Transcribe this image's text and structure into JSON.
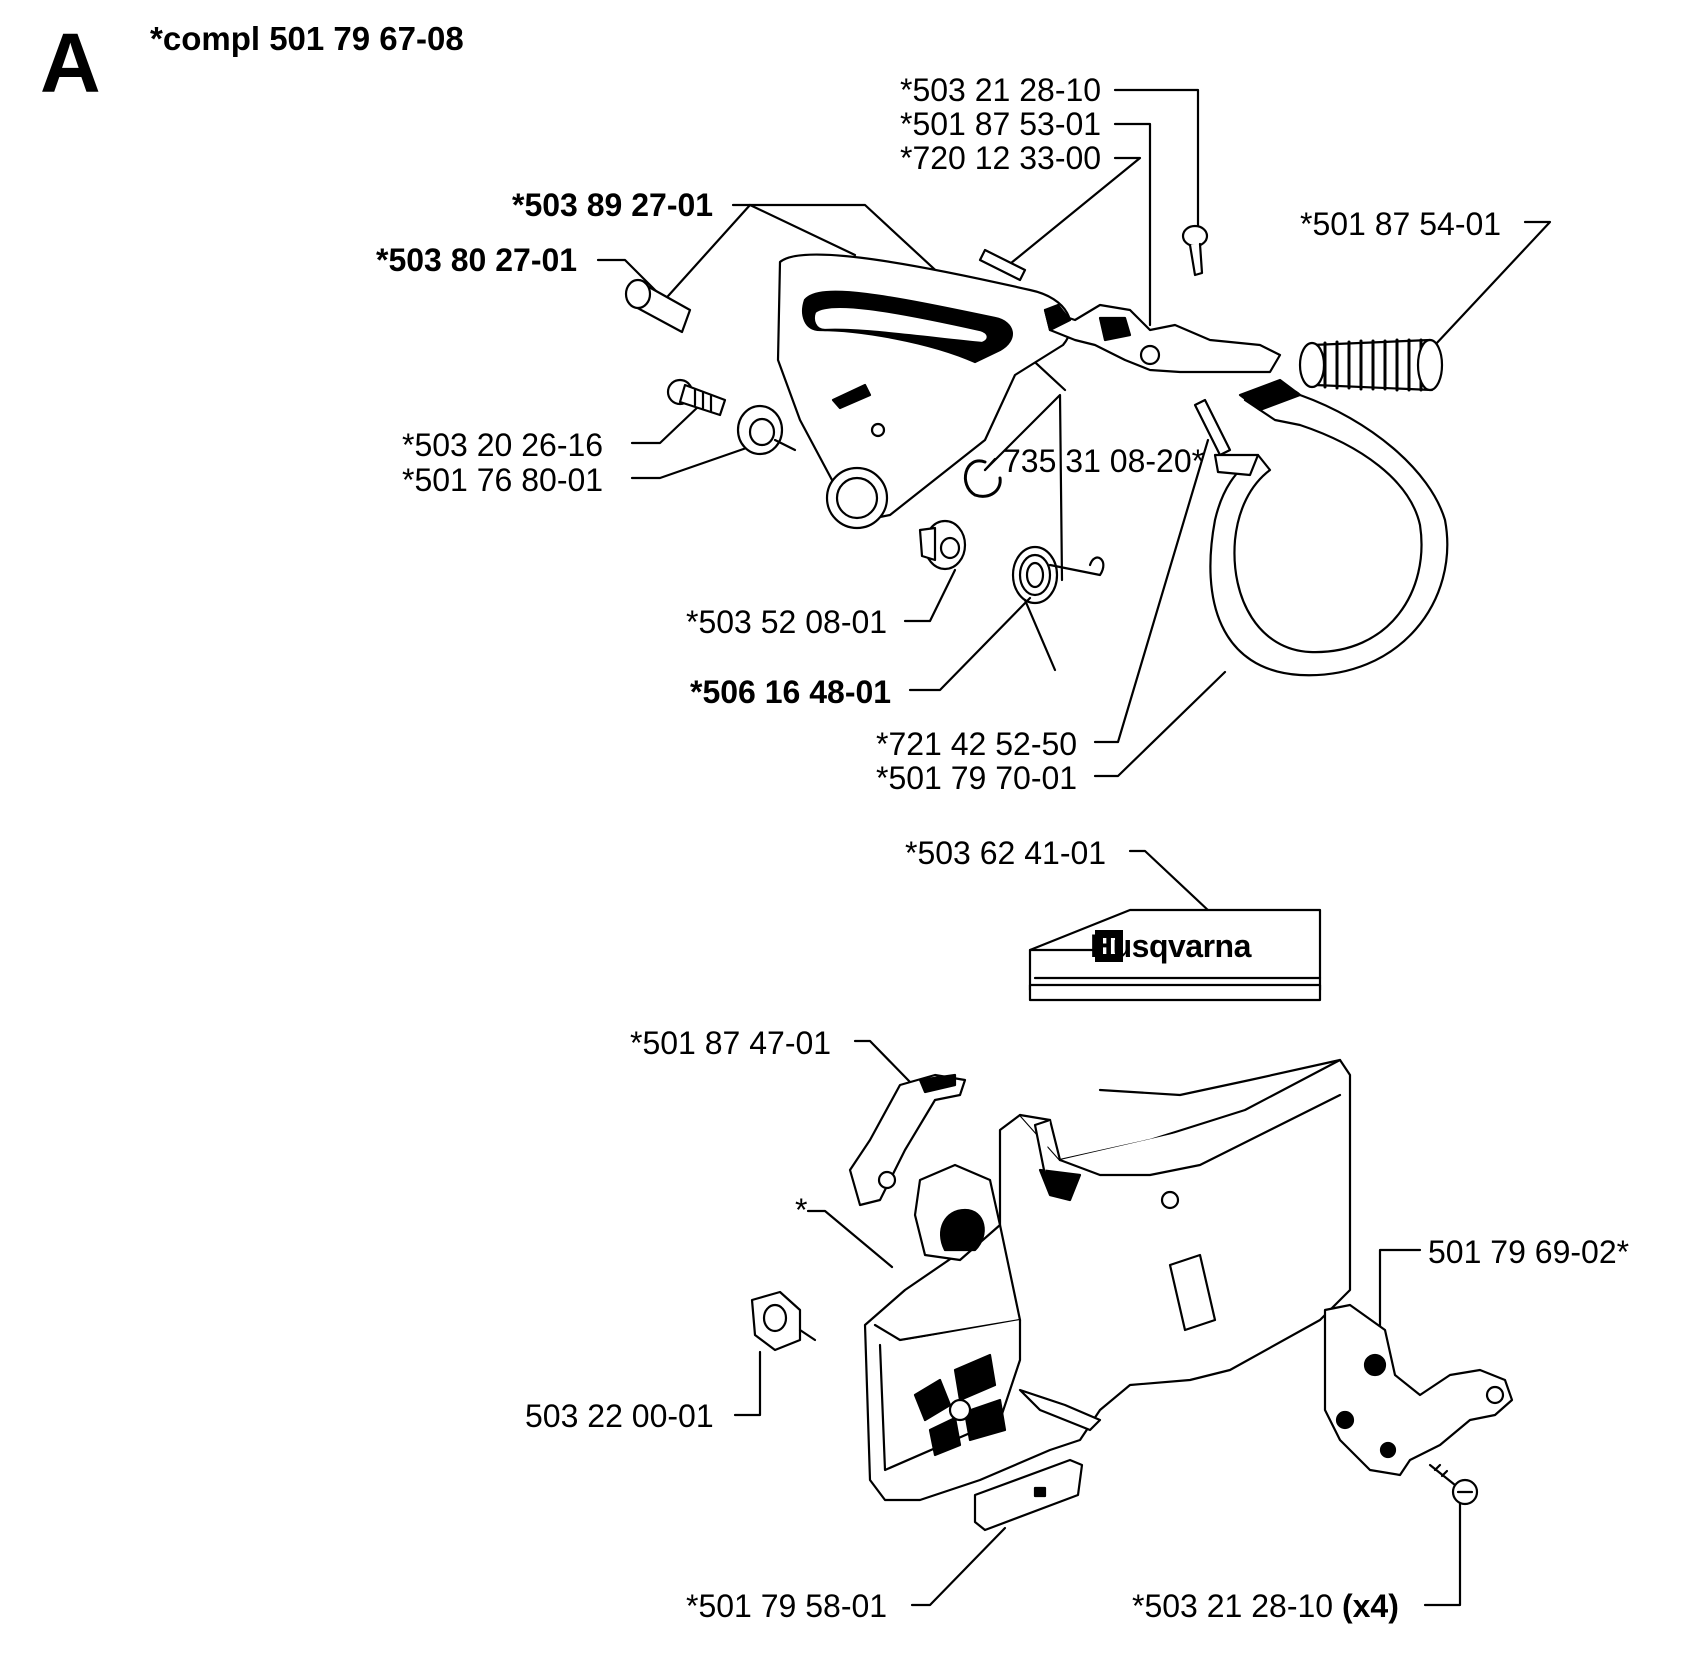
{
  "section_letter": "A",
  "assembly_title": "*compl 501 79 67-08",
  "decal_brand": "Husqvarna",
  "parts": [
    {
      "id": "p01",
      "text": "*503 21 28-10",
      "bold": false
    },
    {
      "id": "p02",
      "text": "*501 87 53-01",
      "bold": false
    },
    {
      "id": "p03",
      "text": "*720 12 33-00",
      "bold": false
    },
    {
      "id": "p04",
      "text": "*503 89 27-01",
      "bold": true
    },
    {
      "id": "p05",
      "text": "*501 87 54-01",
      "bold": false
    },
    {
      "id": "p06",
      "text": "*503 80 27-01",
      "bold": true
    },
    {
      "id": "p07",
      "text": "*503 20 26-16",
      "bold": false
    },
    {
      "id": "p08",
      "text": "*501 76 80-01",
      "bold": false
    },
    {
      "id": "p09",
      "text": "735 31 08-20*",
      "bold": false
    },
    {
      "id": "p10",
      "text": "*503 52 08-01",
      "bold": false
    },
    {
      "id": "p11",
      "text": "*506 16 48-01",
      "bold": true
    },
    {
      "id": "p12",
      "text": "*721 42 52-50",
      "bold": false
    },
    {
      "id": "p13",
      "text": "*501 79 70-01",
      "bold": false
    },
    {
      "id": "p14",
      "text": "*503 62 41-01",
      "bold": false
    },
    {
      "id": "p15",
      "text": "*501 87 47-01",
      "bold": false
    },
    {
      "id": "p16",
      "text": "*",
      "bold": false
    },
    {
      "id": "p17",
      "text": "501 79 69-02*",
      "bold": false
    },
    {
      "id": "p18",
      "text": "503 22 00-01",
      "bold": false
    },
    {
      "id": "p19",
      "text": "*501 79 58-01",
      "bold": false
    },
    {
      "id": "p20",
      "text": "*503 21 28-10",
      "bold": false,
      "suffix": "(x4)"
    }
  ]
}
